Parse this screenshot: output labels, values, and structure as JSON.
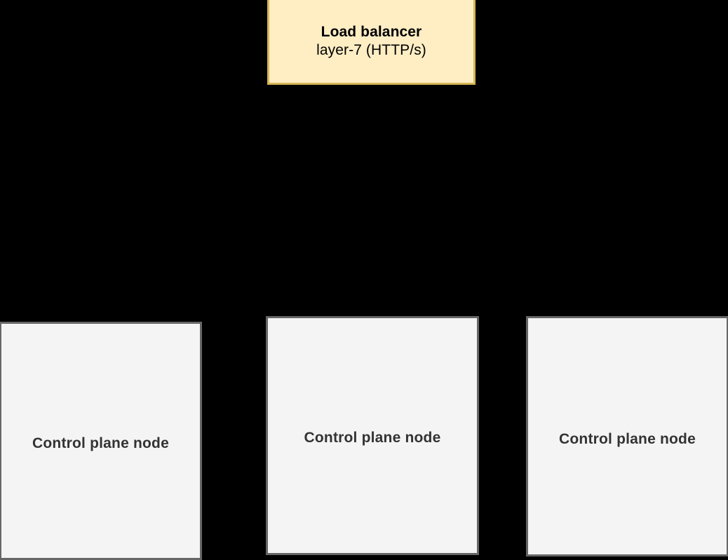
{
  "diagram": {
    "background_color": "#000000",
    "nodes": [
      {
        "id": "load-balancer",
        "title": "Load balancer",
        "subtitle": "layer-7 (HTTP/s)",
        "fill_color": "#ffeec4",
        "border_color": "#d6b656",
        "text_color": "#000000"
      },
      {
        "id": "control-plane-node-1",
        "label": "Control plane node",
        "fill_color": "#f4f4f4",
        "border_color": "#666666",
        "text_color": "#333333"
      },
      {
        "id": "control-plane-node-2",
        "label": "Control plane node",
        "fill_color": "#f4f4f4",
        "border_color": "#666666",
        "text_color": "#333333"
      },
      {
        "id": "control-plane-node-3",
        "label": "Control plane node",
        "fill_color": "#f4f4f4",
        "border_color": "#666666",
        "text_color": "#333333"
      }
    ]
  }
}
